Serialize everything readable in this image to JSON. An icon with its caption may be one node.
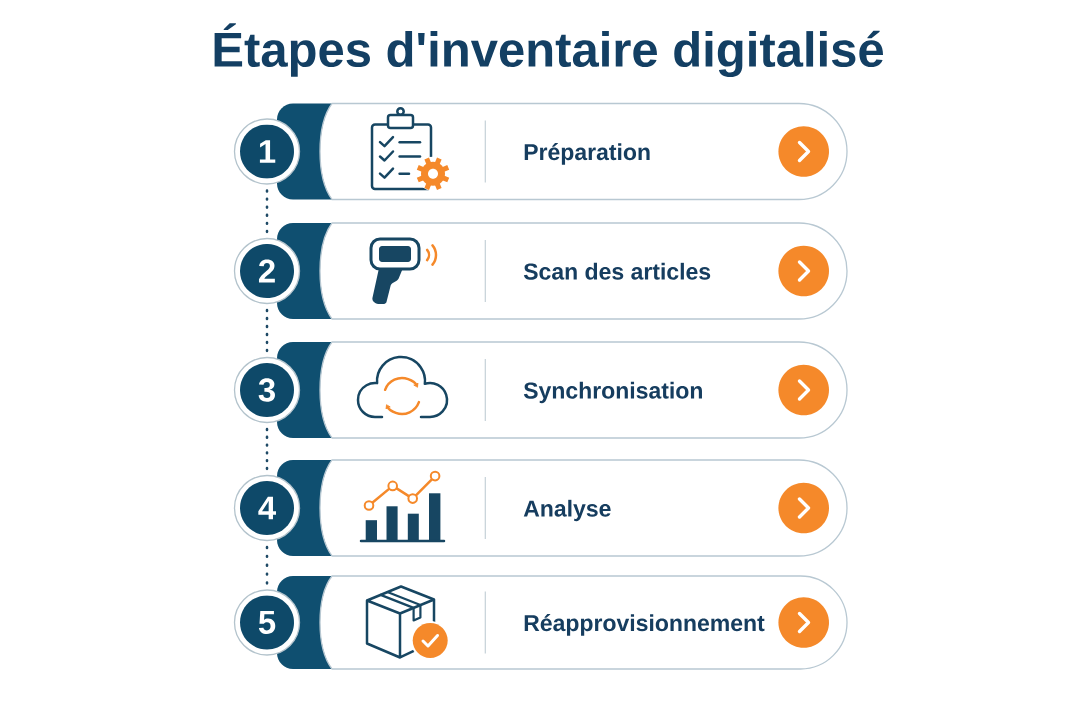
{
  "diagram": {
    "title": "Étapes d'inventaire digitalisé",
    "nodes": [
      {
        "text": [
          "1"
        ]
      },
      {
        "text": [
          "Préparation"
        ]
      },
      {
        "text": [
          "2"
        ]
      },
      {
        "text": [
          "Scan des articles"
        ]
      },
      {
        "text": [
          "3"
        ]
      },
      {
        "text": [
          "Synchronisation"
        ]
      },
      {
        "text": [
          "4"
        ]
      },
      {
        "text": [
          "Analyse"
        ]
      },
      {
        "text": [
          "5"
        ]
      },
      {
        "text": [
          "Réapprovisionnement"
        ]
      }
    ],
    "edges": [
      {
        "from": 0,
        "to": 2,
        "arrow": "none",
        "style": "dashed"
      },
      {
        "from": 2,
        "to": 4,
        "arrow": "none",
        "style": "dashed"
      },
      {
        "from": 4,
        "to": 6,
        "arrow": "none",
        "style": "dashed"
      },
      {
        "from": 6,
        "to": 8,
        "arrow": "none",
        "style": "dashed"
      }
    ]
  }
}
